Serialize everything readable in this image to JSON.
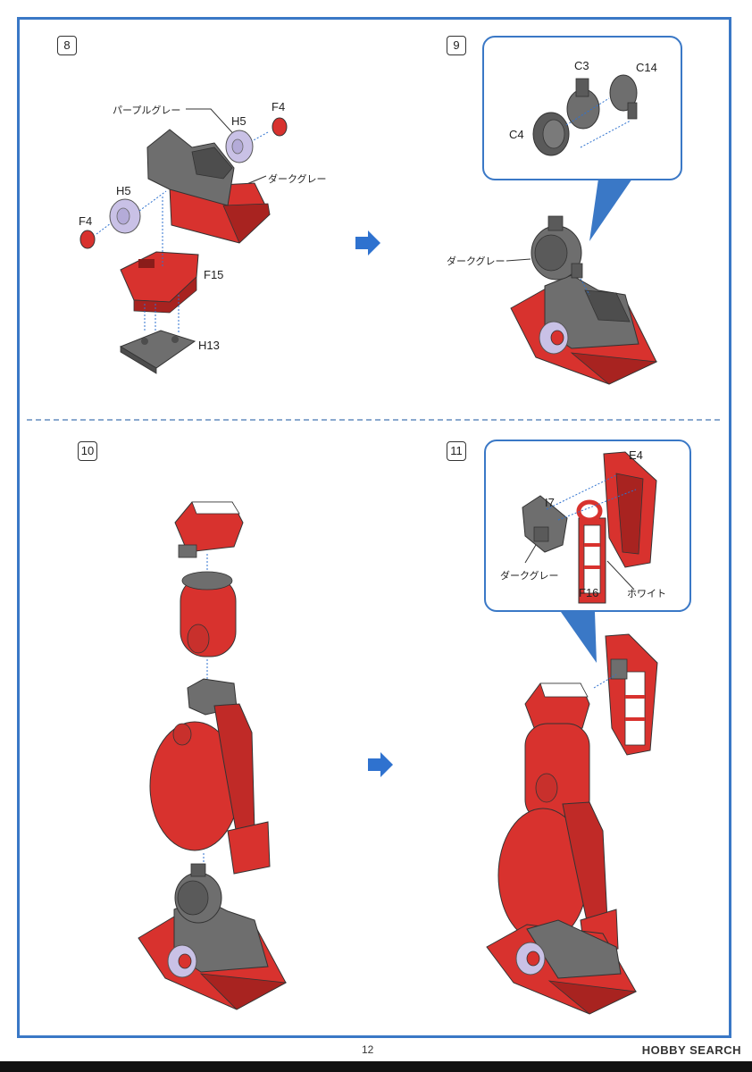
{
  "steps": [
    {
      "number": "8"
    },
    {
      "number": "9"
    },
    {
      "number": "10"
    },
    {
      "number": "11"
    }
  ],
  "step8": {
    "purple_gray": "パープルグレー",
    "h5_top": "H5",
    "f4_top": "F4",
    "dark_gray": "ダークグレー",
    "h5_left": "H5",
    "f4_left": "F4",
    "f15": "F15",
    "h13": "H13"
  },
  "step9": {
    "c3": "C3",
    "c14": "C14",
    "c4": "C4",
    "dark_gray": "ダークグレー"
  },
  "step11": {
    "e4": "E4",
    "i7": "I7",
    "dark_gray": "ダークグレー",
    "f16": "F16",
    "white": "ホワイト"
  },
  "page_number": "12",
  "brand": "HOBBY SEARCH",
  "colors": {
    "frame": "#3a78c6",
    "red": "#d8322e",
    "dark_red": "#a82320",
    "gray": "#6e6e6e",
    "dark_gray": "#4d4d4d",
    "lavender": "#c9c1e6",
    "arrow_blue": "#2f72cf"
  }
}
